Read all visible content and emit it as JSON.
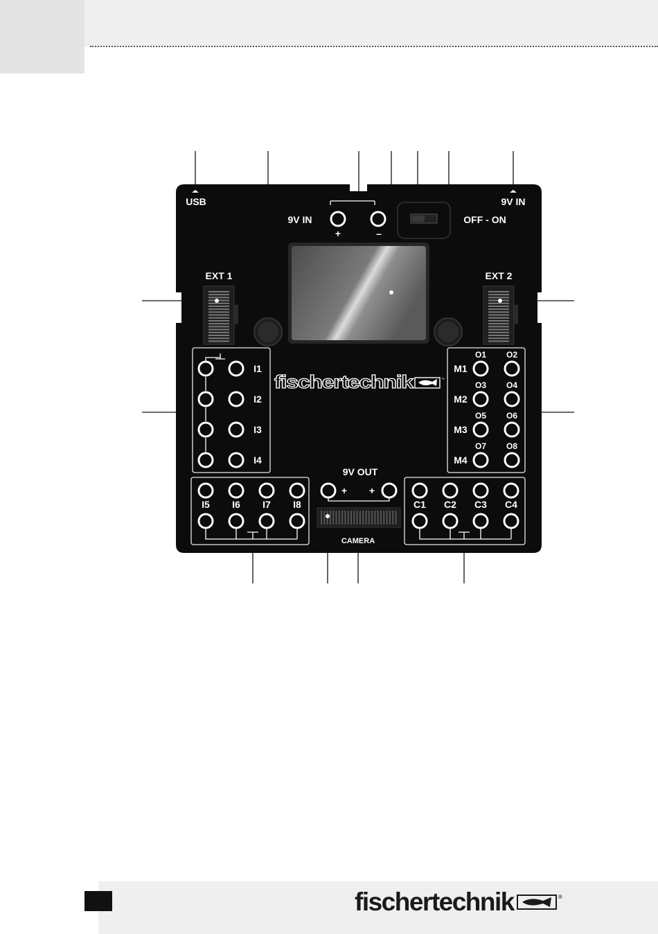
{
  "board": {
    "usb_label": "USB",
    "power_in_label": "9V IN",
    "power_in_jack_label": "9V IN",
    "plus": "+",
    "minus": "–",
    "switch_label": "OFF - ON",
    "ext1_label": "EXT 1",
    "ext2_label": "EXT 2",
    "logo": "fischertechnik",
    "inputs_left": [
      "I1",
      "I2",
      "I3",
      "I4"
    ],
    "inputs_bottom": [
      "I5",
      "I6",
      "I7",
      "I8"
    ],
    "motors": [
      "M1",
      "M2",
      "M3",
      "M4"
    ],
    "outputs": [
      "O1",
      "O2",
      "O3",
      "O4",
      "O5",
      "O6",
      "O7",
      "O8"
    ],
    "counters": [
      "C1",
      "C2",
      "C3",
      "C4"
    ],
    "out_label": "9V OUT",
    "camera_label": "CAMERA"
  },
  "footer": {
    "logo": "fischertechnik",
    "reg_mark": "®"
  },
  "colors": {
    "board": "#0c0c0c",
    "header_band": "#eeefee",
    "header_tab": "#e3e4e3",
    "footer_band": "#eeefee"
  }
}
